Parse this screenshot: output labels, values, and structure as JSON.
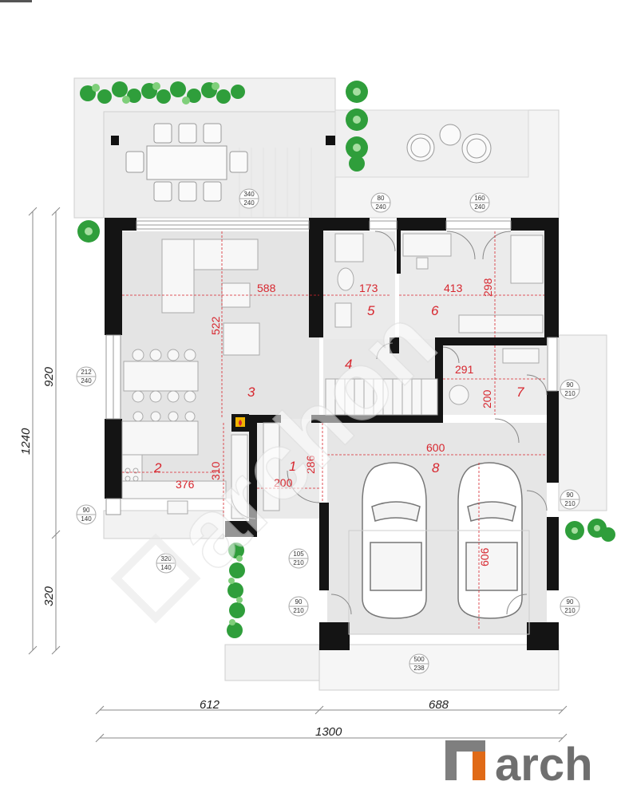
{
  "rooms": [
    {
      "number": "1"
    },
    {
      "number": "2"
    },
    {
      "number": "3"
    },
    {
      "number": "4"
    },
    {
      "number": "5"
    },
    {
      "number": "6"
    },
    {
      "number": "7"
    },
    {
      "number": "8"
    }
  ],
  "inner_dimensions": [
    "588",
    "522",
    "173",
    "413",
    "298",
    "291",
    "200",
    "286",
    "376",
    "310",
    "200",
    "600",
    "606"
  ],
  "openings": [
    {
      "w": "340",
      "h": "240"
    },
    {
      "w": "80",
      "h": "240"
    },
    {
      "w": "160",
      "h": "240"
    },
    {
      "w": "212",
      "h": "240"
    },
    {
      "w": "90",
      "h": "210"
    },
    {
      "w": "90",
      "h": "140"
    },
    {
      "w": "320",
      "h": "140"
    },
    {
      "w": "105",
      "h": "210"
    },
    {
      "w": "90",
      "h": "210"
    },
    {
      "w": "90",
      "h": "210"
    },
    {
      "w": "90",
      "h": "210"
    },
    {
      "w": "500",
      "h": "238"
    }
  ],
  "outer_dimensions": {
    "left_total": "1240",
    "left_upper": "920",
    "left_lower": "320",
    "bottom_left": "612",
    "bottom_right": "688",
    "bottom_total": "1300"
  },
  "watermark": "archon",
  "logo": {
    "text": "arch"
  }
}
